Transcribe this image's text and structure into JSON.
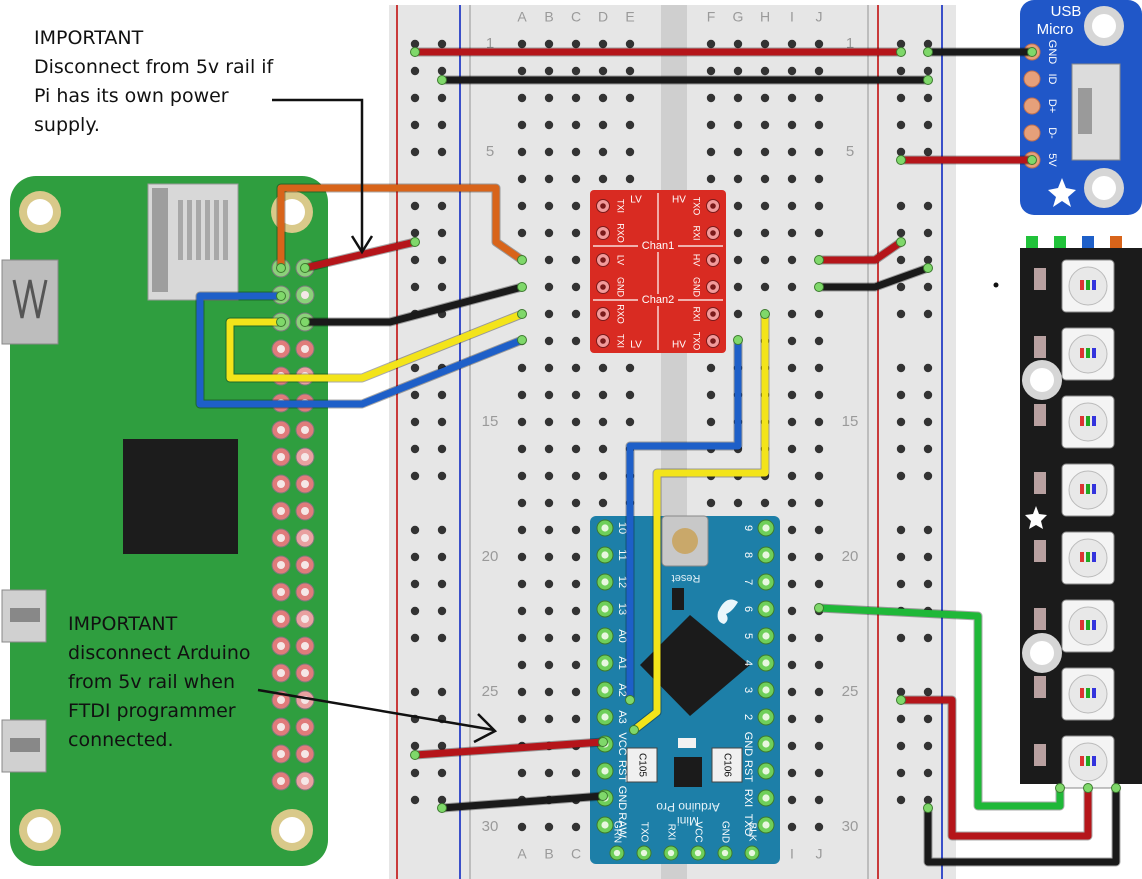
{
  "notes": {
    "pi_power": "IMPORTANT\nDisconnect from 5v rail if\nPi has its own power\nsupply.",
    "arduino_power": "IMPORTANT\ndisconnect Arduino\nfrom 5v rail when\nFTDI programmer\nconnected."
  },
  "breadboard": {
    "columns_left": [
      "A",
      "B",
      "C",
      "D",
      "E"
    ],
    "columns_right": [
      "F",
      "G",
      "H",
      "I",
      "J"
    ],
    "row_labels": [
      "1",
      "5",
      "15",
      "20",
      "25",
      "30"
    ]
  },
  "level_shifter": {
    "top_left": "LV",
    "top_right": "HV",
    "left_pins": [
      "TXI",
      "RXO",
      "LV",
      "GND",
      "RXO",
      "TXI"
    ],
    "right_pins": [
      "TXO",
      "RXI",
      "HV",
      "GND",
      "RXI",
      "TXO"
    ],
    "bottom_left": "LV",
    "bottom_right": "HV",
    "chan1": "Chan1",
    "chan2": "Chan2"
  },
  "usb_breakout": {
    "title_1": "USB",
    "title_2": "Micro",
    "pins": [
      "GND",
      "ID",
      "D+",
      "D-",
      "5V"
    ]
  },
  "arduino": {
    "left_pins": [
      "10",
      "11",
      "12",
      "13",
      "A0",
      "A1",
      "A2",
      "A3",
      "VCC",
      "RST",
      "GND",
      "RAW"
    ],
    "right_pins": [
      "9",
      "8",
      "7",
      "6",
      "5",
      "4",
      "3",
      "2",
      "GND",
      "RST",
      "RXI",
      "TXO"
    ],
    "bottom_pins": [
      "GRN",
      "TXO",
      "RXI",
      "VCC",
      "GND",
      "BLK"
    ],
    "reset_label": "Reset",
    "name": "Arduino Pro",
    "name_2": "Mini",
    "chip_1": "C105",
    "chip_2": "C106"
  },
  "colors": {
    "pi_board": "#2f9e3f",
    "breadboard": "#e6e6e6",
    "level_shifter": "#d92b22",
    "usb_board": "#2057c8",
    "arduino_board": "#1d7fa8",
    "led_strip": "#1b1b1b",
    "wire_red": "#b5151a",
    "wire_black": "#1a1a1a",
    "wire_blue": "#1e5fc8",
    "wire_yellow": "#f3e41a",
    "wire_orange": "#d8641a",
    "wire_green": "#1fb838"
  }
}
